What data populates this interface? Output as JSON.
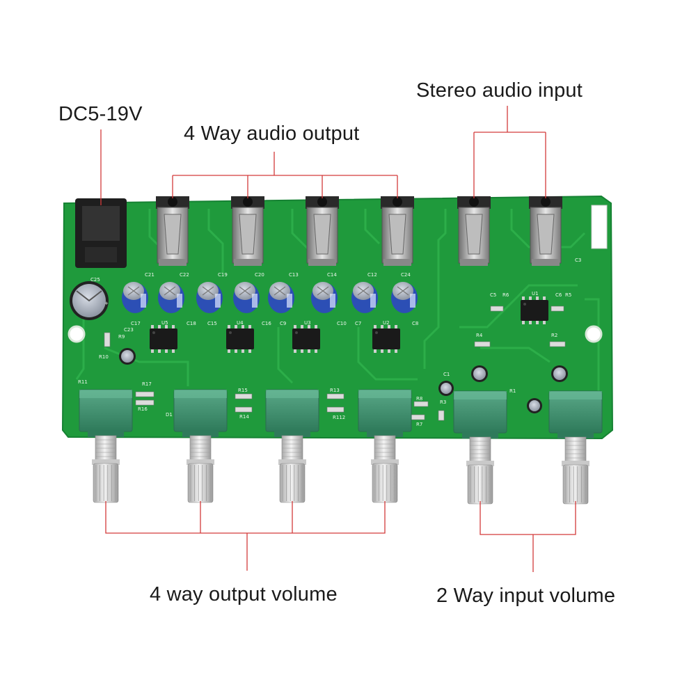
{
  "labels": {
    "power": "DC5-19V",
    "audio_output": "4 Way audio output",
    "stereo_input": "Stereo audio input",
    "output_volume": "4 way output volume",
    "input_volume": "2 Way input volume"
  },
  "colors": {
    "pcb": "#1f9a3c",
    "pcb_dark": "#14762b",
    "callout_line": "#d33a3a",
    "pot_body": "#3f8f6e",
    "capacitor": "#2c4fb5"
  },
  "board": {
    "capacitors": [
      "C21",
      "C22",
      "C19",
      "C20",
      "C13",
      "C14",
      "C12",
      "C24",
      "C25",
      "C3",
      "C1"
    ],
    "chips": [
      "U5",
      "U4",
      "U3",
      "U2",
      "U1"
    ],
    "resistors": [
      "R11",
      "R17",
      "R16",
      "R15",
      "R14",
      "R13",
      "R112",
      "R8",
      "R9",
      "R7",
      "R4",
      "R2",
      "R6",
      "R5",
      "R1",
      "R3",
      "R10"
    ],
    "small_caps": [
      "C17",
      "C18",
      "C15",
      "C16",
      "C9",
      "C10",
      "C7",
      "C8",
      "C5",
      "C6",
      "C23",
      "D1"
    ]
  }
}
